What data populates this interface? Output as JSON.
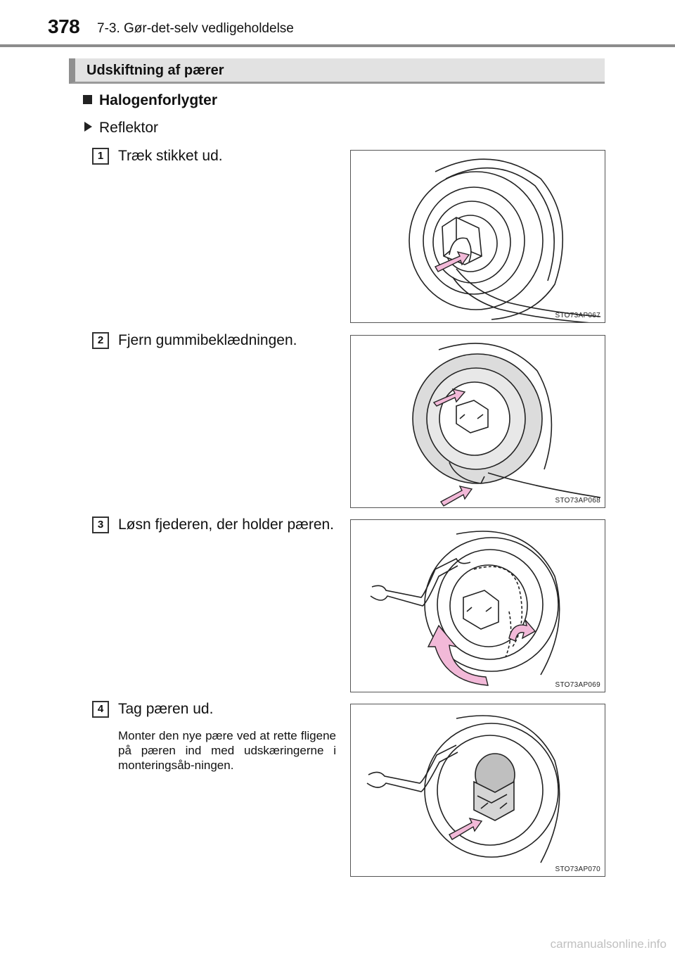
{
  "header": {
    "page_number": "378",
    "chapter": "7-3. Gør-det-selv vedligeholdelse"
  },
  "section": {
    "title": "Udskiftning af pærer"
  },
  "subheading": "Halogenforlygter",
  "subsubheading": "Reflektor",
  "steps": [
    {
      "number": "1",
      "text": "Træk stikket ud.",
      "figure_code": "STO73AP067"
    },
    {
      "number": "2",
      "text": "Fjern gummibeklædningen.",
      "figure_code": "STO73AP068"
    },
    {
      "number": "3",
      "text": "Løsn fjederen, der holder pæren.",
      "figure_code": "STO73AP069"
    },
    {
      "number": "4",
      "text": "Tag pæren ud.",
      "note": "Monter den nye pære ved at rette fligene på pæren ind med udskæringerne i monteringsåb-ningen.",
      "figure_code": "STO73AP070"
    }
  ],
  "colors": {
    "arrow_fill": "#f2b9d8",
    "arrow_stroke": "#222222",
    "header_rule": "#8c8c8c",
    "section_bg": "#e2e2e2"
  },
  "watermark": "carmanualsonline.info"
}
